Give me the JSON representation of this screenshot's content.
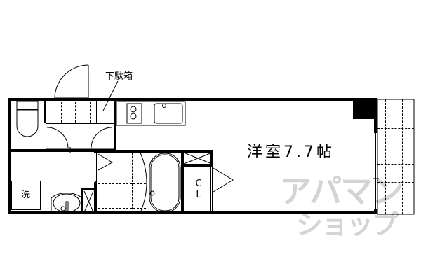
{
  "floorplan": {
    "main_room_label": "洋室7.7帖",
    "shoe_box_label": "下駄箱",
    "washer_label": "洗",
    "closet_label": "CL"
  },
  "rooms": [
    {
      "name": "toilet"
    },
    {
      "name": "entrance"
    },
    {
      "name": "kitchen"
    },
    {
      "name": "washroom"
    },
    {
      "name": "bathroom"
    },
    {
      "name": "closet",
      "label": "CL"
    },
    {
      "name": "western-room",
      "label": "洋室7.7帖"
    },
    {
      "name": "balcony"
    }
  ],
  "watermark": {
    "line1": "アパマン",
    "line2": "ショップ",
    "color": "#d4d4d4"
  }
}
